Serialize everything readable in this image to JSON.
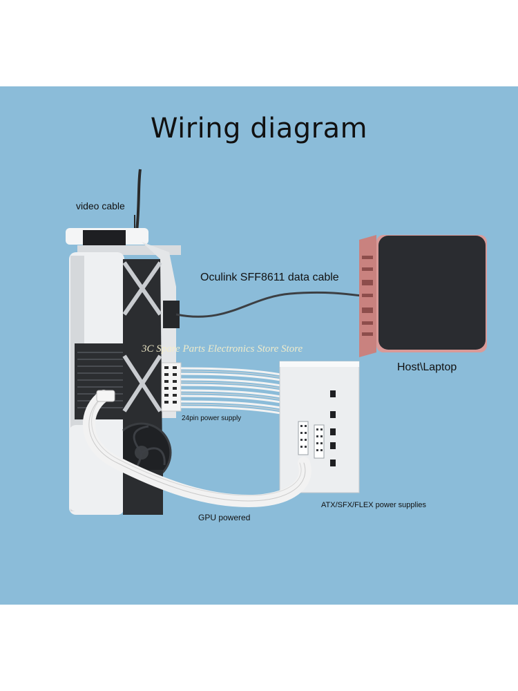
{
  "diagram": {
    "title": "Wiring diagram",
    "labels": {
      "video_cable": "video cable",
      "oculink": "Oculink SFF8611 data cable",
      "host": "Host\\Laptop",
      "pin24": "24pin power supply",
      "psu": "ATX/SFX/FLEX power supplies",
      "gpu": "GPU powered"
    },
    "watermark": "3C Spare Parts Electronics Store Store"
  },
  "colors": {
    "background": "#8bbcd9",
    "host_case": "#d99a98",
    "host_top": "#2a2c30",
    "gpu_body": "#e8eaed",
    "gpu_dark": "#2c2e31",
    "psu_body": "#eceef0",
    "cable_white": "#f2f2f2"
  }
}
